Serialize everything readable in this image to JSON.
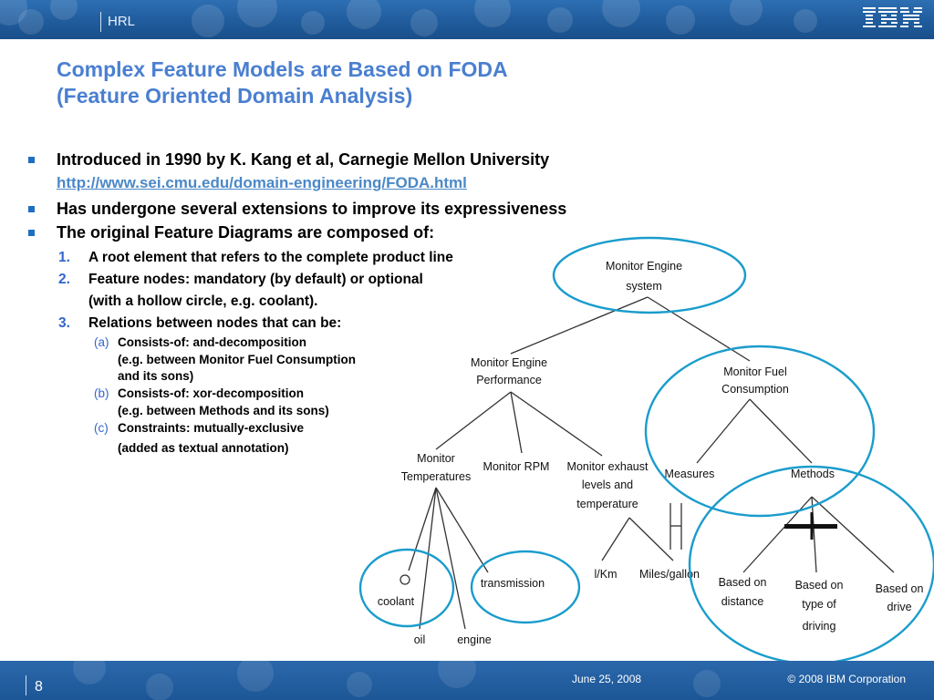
{
  "header": {
    "org": "HRL",
    "logo_text": "IBM"
  },
  "title": {
    "line1": "Complex Feature Models are Based on FODA",
    "line2": "(Feature Oriented Domain Analysis)"
  },
  "bullets": {
    "b1": "Introduced in 1990 by K. Kang et al, Carnegie Mellon University",
    "b1_link": "http://www.sei.cmu.edu/domain-engineering/FODA.html",
    "b2": "Has undergone several extensions to improve its expressiveness",
    "b3": "The original Feature Diagrams are composed of:",
    "n1_label": "1.",
    "n1": "A root element that refers to the complete product line",
    "n2_label": "2.",
    "n2": "Feature nodes: mandatory (by default) or optional",
    "n2_cont": "(with a hollow circle, e.g. coolant).",
    "n3_label": "3.",
    "n3": "Relations between nodes that can be:",
    "a_label": "(a)",
    "a": "Consists-of: and-decomposition",
    "a_cont1": "(e.g. between Monitor Fuel Consumption",
    "a_cont2": "and its sons)",
    "b_label": "(b)",
    "b": "Consists-of: xor-decomposition",
    "b_cont": "(e.g. between Methods and its sons)",
    "c_label": "(c)",
    "c": "Constraints: mutually-exclusive",
    "c_cont": "(added as textual annotation)"
  },
  "diagram": {
    "root_l1": "Monitor Engine",
    "root_l2": "system",
    "perf_l1": "Monitor Engine",
    "perf_l2": "Performance",
    "fuel_l1": "Monitor Fuel",
    "fuel_l2": "Consumption",
    "temp_l1": "Monitor",
    "temp_l2": "Temperatures",
    "rpm": "Monitor RPM",
    "exh_l1": "Monitor exhaust",
    "exh_l2": "levels and",
    "exh_l3": "temperature",
    "measures": "Measures",
    "methods": "Methods",
    "coolant": "coolant",
    "oil": "oil",
    "engine": "engine",
    "transmission": "transmission",
    "lkm": "l/Km",
    "miles": "Miles/gallon",
    "dist_l1": "Based on",
    "dist_l2": "distance",
    "type_l1": "Based on",
    "type_l2": "type of",
    "type_l3": "driving",
    "drive_l1": "Based on",
    "drive_l2": "drive",
    "ellipse_color": "#1a9ccc"
  },
  "footer": {
    "page": "8",
    "date": "June 25, 2008",
    "copyright": "© 2008 IBM Corporation"
  }
}
